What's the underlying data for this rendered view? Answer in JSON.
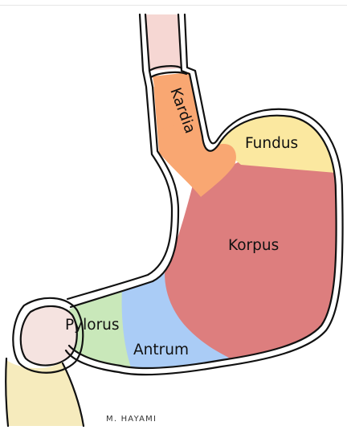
{
  "diagram": {
    "labels": {
      "kardia": "Kardia",
      "fundus": "Fundus",
      "korpus": "Korpus",
      "pylorus": "Pylorus",
      "antrum": "Antrum"
    },
    "signature": "M. HAYAMI"
  },
  "colors": {
    "esophagus": "#f6d7d3",
    "kardia": "#f9a772",
    "fundus": "#fbe8a0",
    "korpus": "#dd7e7e",
    "antrum": "#aaccf6",
    "pylorus": "#c9e8ba",
    "pyloric_sphincter": "#f5e3e0",
    "duodenum": "#f6ebbd",
    "outline": "#111111"
  }
}
